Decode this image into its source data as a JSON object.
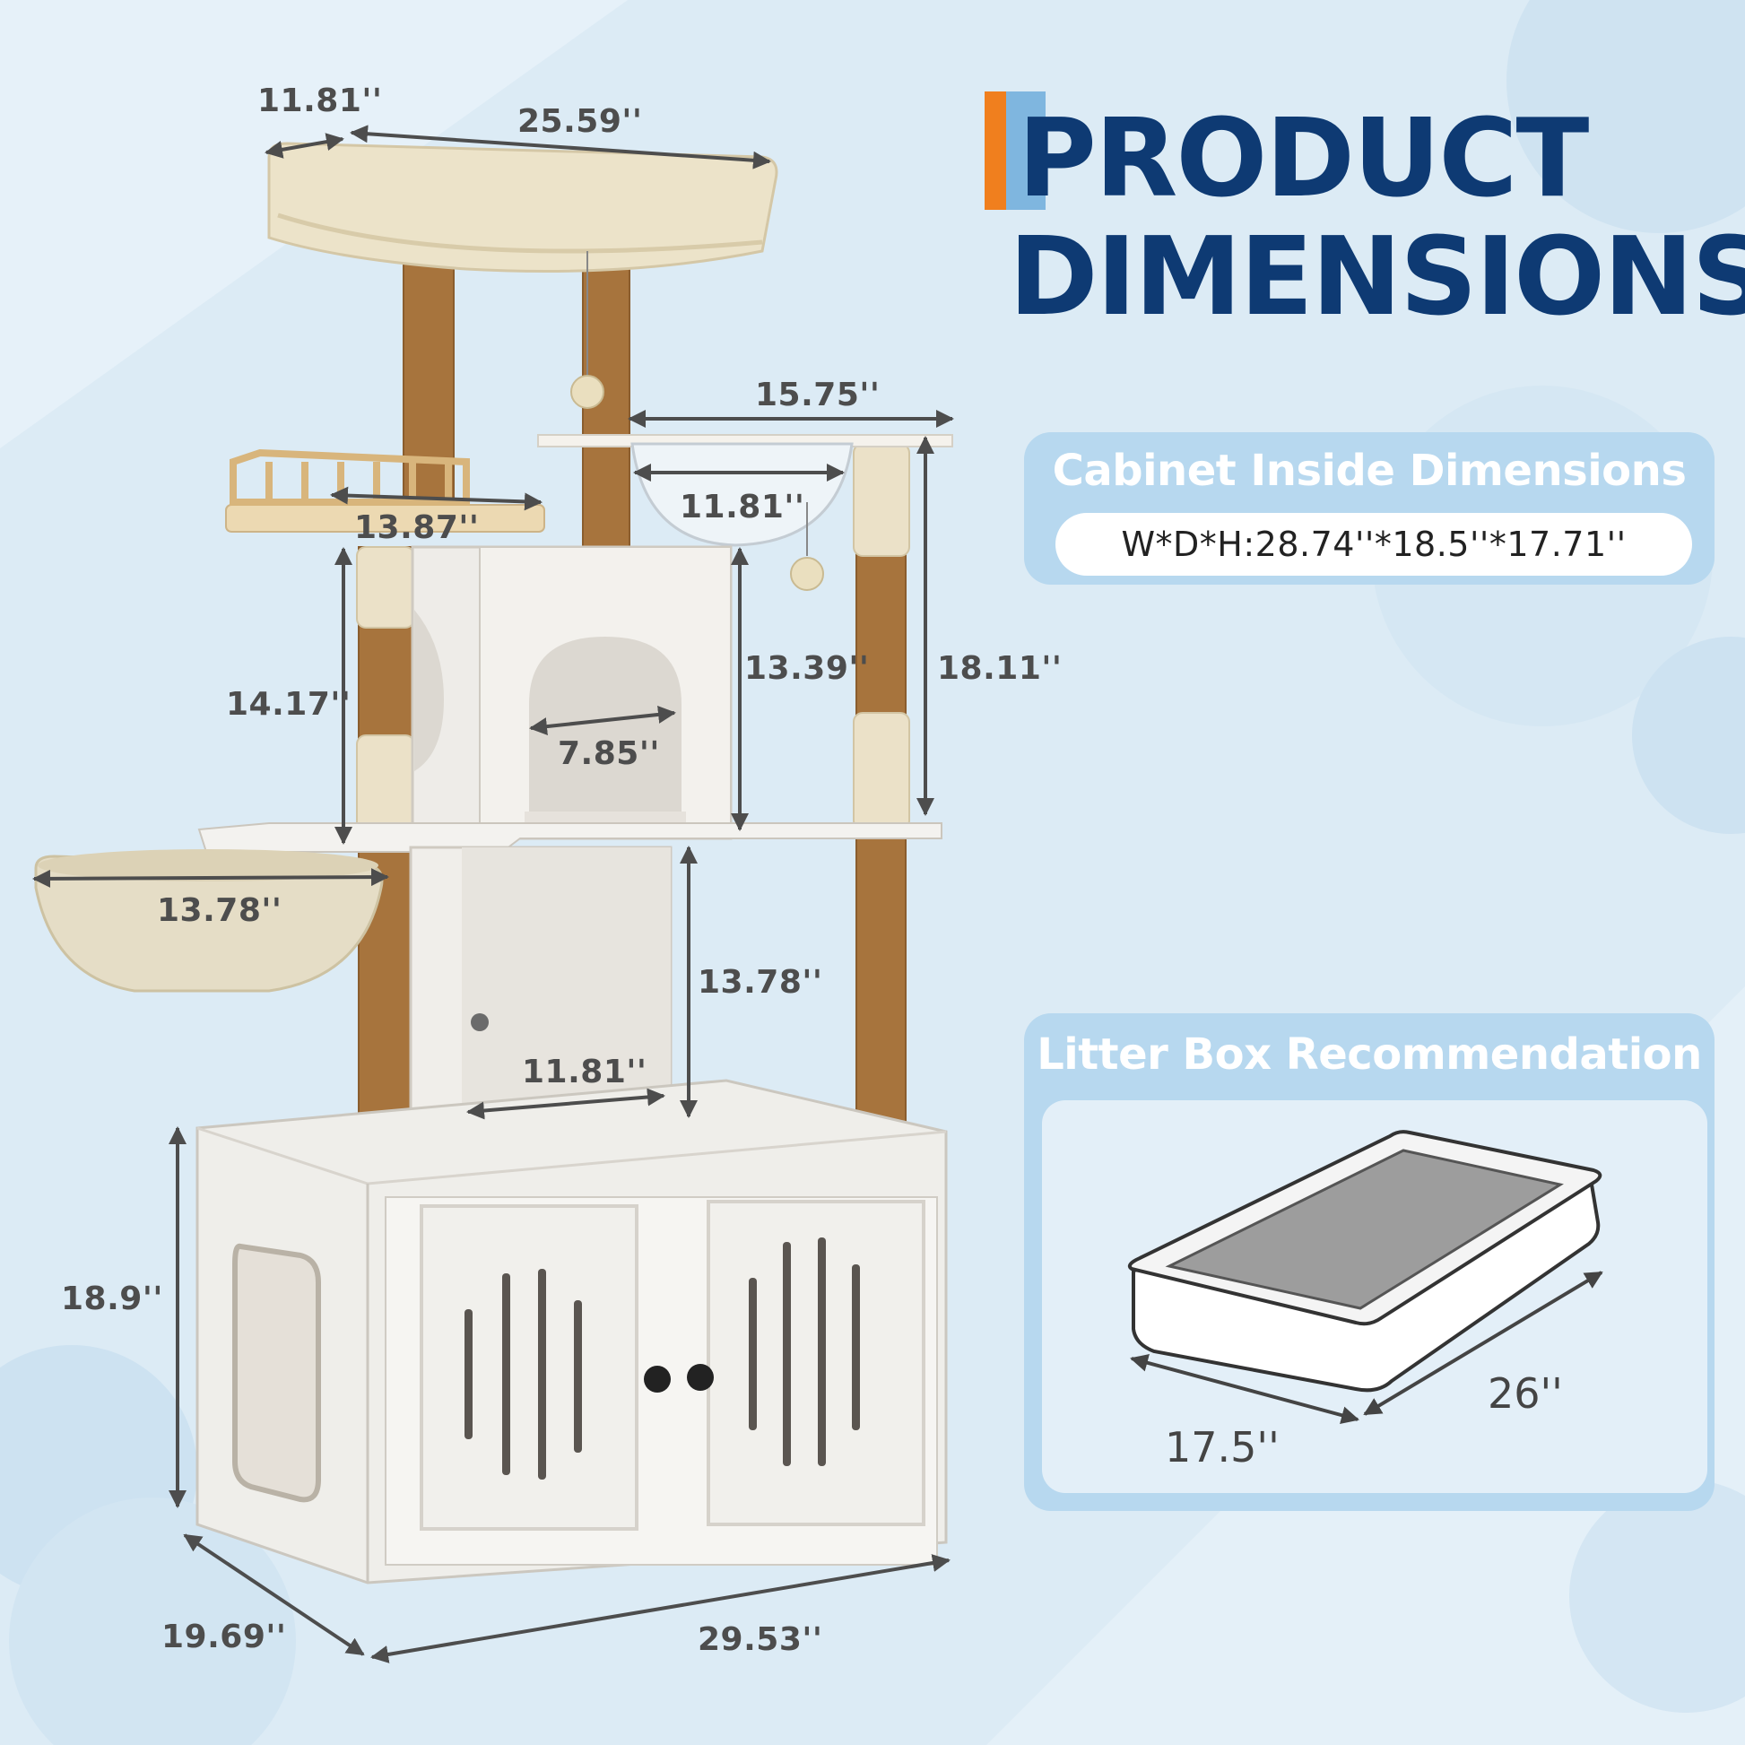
{
  "title": {
    "line1": "PRODUCT",
    "line2": "DIMENSIONS"
  },
  "colors": {
    "accent_orange": "#f07f1e",
    "accent_blue": "#7fb6df",
    "title": "#0e3a73",
    "panel": "#b7d8ef",
    "background": "#dcebf5"
  },
  "cabinet_panel": {
    "title": "Cabinet Inside Dimensions",
    "value": "W*D*H:28.74''*18.5''*17.71''"
  },
  "litter_panel": {
    "title": "Litter Box Recommendation",
    "width_label": "17.5''",
    "length_label": "26''"
  },
  "dimensions": {
    "top_perch_depth": "11.81''",
    "top_perch_width": "25.59''",
    "bubble_platform_width": "15.75''",
    "bubble_diameter": "11.81''",
    "ladder_platform_width": "13.87''",
    "condo_height": "13.39''",
    "right_post_height": "18.11''",
    "left_post_height": "14.17''",
    "condo_opening": "7.85''",
    "basket_diameter": "13.78''",
    "middle_compartment_height": "13.78''",
    "middle_compartment_width": "11.81''",
    "cabinet_height": "18.9''",
    "cabinet_depth": "19.69''",
    "cabinet_width": "29.53''"
  }
}
